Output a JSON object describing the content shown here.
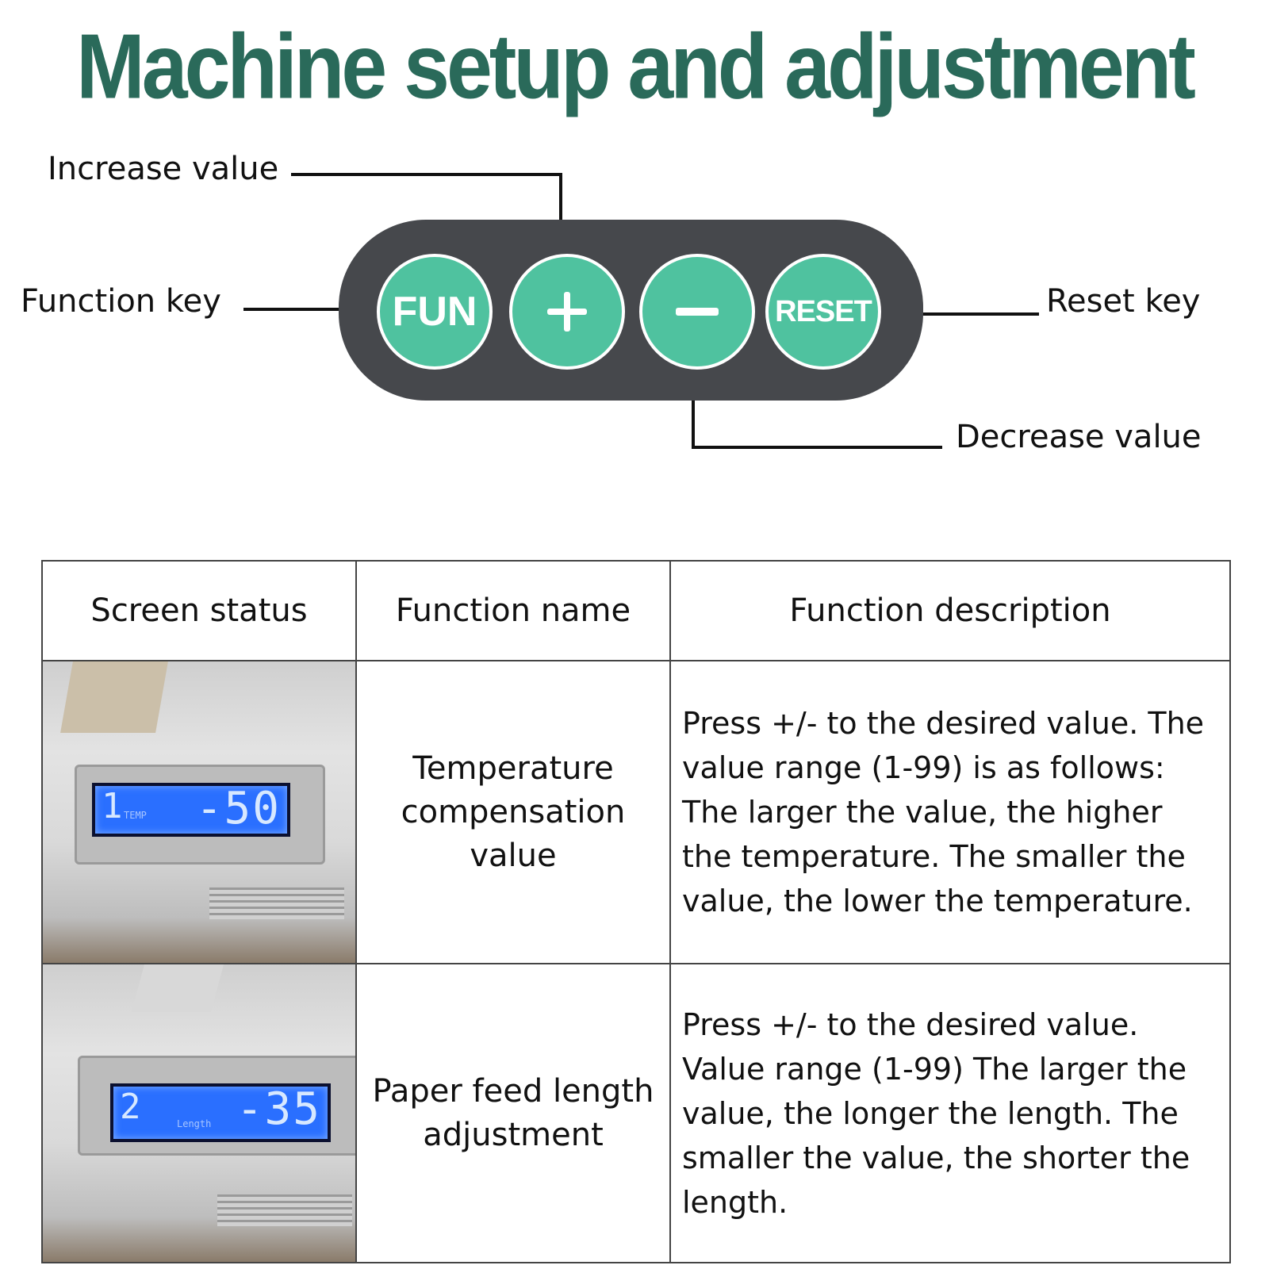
{
  "title": "Machine setup and adjustment",
  "callouts": {
    "increase": "Increase value",
    "function": "Function key",
    "reset": "Reset key",
    "decrease": "Decrease value"
  },
  "keys": {
    "fun": "FUN",
    "reset": "RESET"
  },
  "table": {
    "headers": [
      "Screen status",
      "Function name",
      "Function description"
    ],
    "rows": [
      {
        "lcd_number": "1",
        "lcd_label_1": "TEMP",
        "lcd_value": "-50",
        "name": "Temperature compensation value",
        "description": "Press +/- to the desired value. The value range (1-99) is as follows: The larger the value, the higher the temperature. The smaller the value, the lower the temperature."
      },
      {
        "lcd_number": "2",
        "lcd_label_1": "Length",
        "lcd_value": "-35",
        "name": "Paper feed length adjustment",
        "description": "Press +/- to the desired value. Value range (1-99) The larger the value, the longer the length. The smaller the value, the shorter the length."
      }
    ]
  }
}
